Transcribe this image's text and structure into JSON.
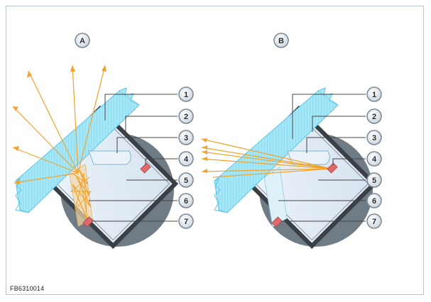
{
  "figure_code": "FB6310014",
  "panels": [
    {
      "id": "A",
      "label": "A"
    },
    {
      "id": "B",
      "label": "B"
    }
  ],
  "callouts": [
    "1",
    "2",
    "3",
    "4",
    "5",
    "6",
    "7"
  ],
  "colors": {
    "glass": "#9fe3f5",
    "housing": "#d8e6f2",
    "housing_border": "#3a3f45",
    "dark_disc": "#6e7b84",
    "light_ray": "#f2a32a",
    "led": "#e06a6a",
    "badge_fill": "#dde6ee"
  }
}
